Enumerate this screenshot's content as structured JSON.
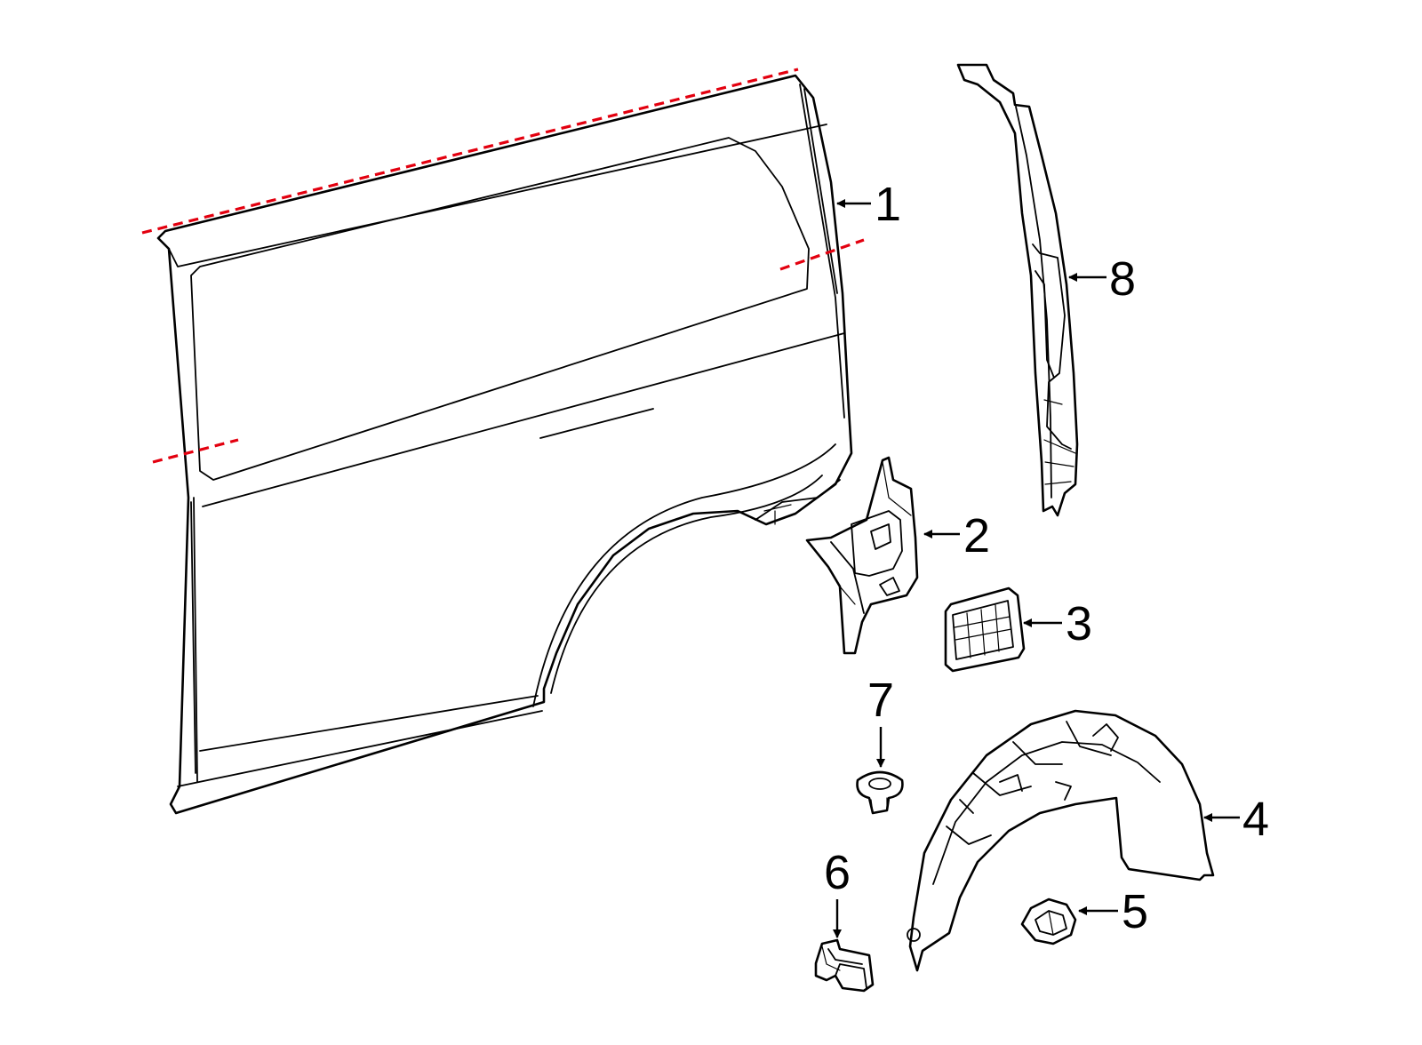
{
  "diagram": {
    "callouts": [
      {
        "id": "1",
        "label": "1"
      },
      {
        "id": "2",
        "label": "2"
      },
      {
        "id": "3",
        "label": "3"
      },
      {
        "id": "4",
        "label": "4"
      },
      {
        "id": "5",
        "label": "5"
      },
      {
        "id": "6",
        "label": "6"
      },
      {
        "id": "7",
        "label": "7"
      },
      {
        "id": "8",
        "label": "8"
      }
    ],
    "colors": {
      "line": "#000000",
      "cut_line": "#e3000f",
      "background": "#ffffff"
    }
  }
}
